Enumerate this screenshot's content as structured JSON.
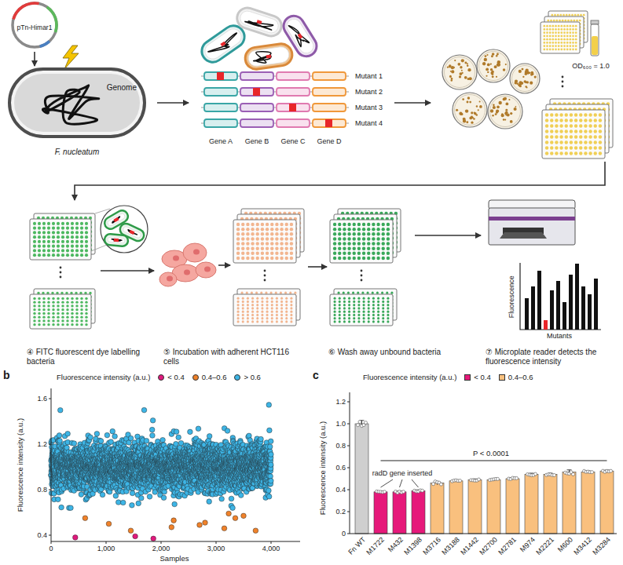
{
  "diagram": {
    "nodes": [
      {
        "text": [
          "pTn-Himar1"
        ]
      },
      {
        "text": [
          "Genome",
          "F. nucleatum"
        ]
      }
    ],
    "edges": [
      {
        "from": 0,
        "to": 1,
        "arrow": "to"
      }
    ],
    "labels": [
      "Gene A",
      "Gene B",
      "Gene C",
      "Gene D",
      "Mutant 1",
      "Mutant 2",
      "Mutant 3",
      "Mutant 4",
      "OD₆₀₀ = 1.0",
      "④ FITC fluorescent dye labelling bacteria",
      "⑤ Incubation with adherent HCT116 cells",
      "⑥ Wash away unbound bacteria",
      "⑦ Microplate reader detects the fluorescence intensity",
      "Fluorescence",
      "Mutants",
      "b",
      "Fluorescence intensity (a.u.)",
      "Fluorescence intensity (a.u.)",
      "1.6",
      "1.2",
      "0.8",
      "0.4",
      "0",
      "1,000",
      "2,000",
      "3,000",
      "4,000",
      "Samples",
      "c",
      "Fluorescence intensity (a.u.)",
      "Fluorescence intensity (a.u.)",
      "1.2",
      "1.0",
      "0.8",
      "0.6",
      "0.4",
      "0.2",
      "0",
      "P < 0.0001",
      "radD gene inserted",
      "Fn WT",
      "M1722",
      "M432",
      "M1398",
      "M3716",
      "M3188",
      "M1442",
      "M2700",
      "M2781",
      "M974",
      "M2221",
      "M600",
      "M3412",
      "M3284"
    ],
    "legend": [
      {
        "text": "< 0.4",
        "color": "#e0197d"
      },
      {
        "text": "0.4–0.6",
        "color": "#f0822a"
      },
      {
        "text": "> 0.6",
        "color": "#3db5e6"
      },
      {
        "text": "< 0.4",
        "color": "#e6197a"
      },
      {
        "text": "0.4–0.6",
        "color": "#f9c07e"
      }
    ]
  }
}
